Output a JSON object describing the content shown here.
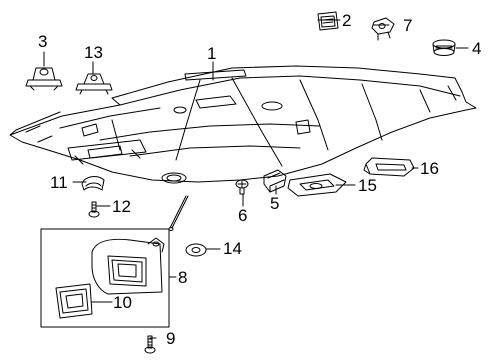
{
  "callouts": [
    {
      "id": "1",
      "label": "1"
    },
    {
      "id": "2",
      "label": "2"
    },
    {
      "id": "3",
      "label": "3"
    },
    {
      "id": "4",
      "label": "4"
    },
    {
      "id": "5",
      "label": "5"
    },
    {
      "id": "6",
      "label": "6"
    },
    {
      "id": "7",
      "label": "7"
    },
    {
      "id": "8",
      "label": "8"
    },
    {
      "id": "9",
      "label": "9"
    },
    {
      "id": "10",
      "label": "10"
    },
    {
      "id": "11",
      "label": "11"
    },
    {
      "id": "12",
      "label": "12"
    },
    {
      "id": "13",
      "label": "13"
    },
    {
      "id": "14",
      "label": "14"
    },
    {
      "id": "15",
      "label": "15"
    },
    {
      "id": "16",
      "label": "16"
    }
  ],
  "colors": {
    "line": "#000000",
    "background": "#ffffff"
  }
}
